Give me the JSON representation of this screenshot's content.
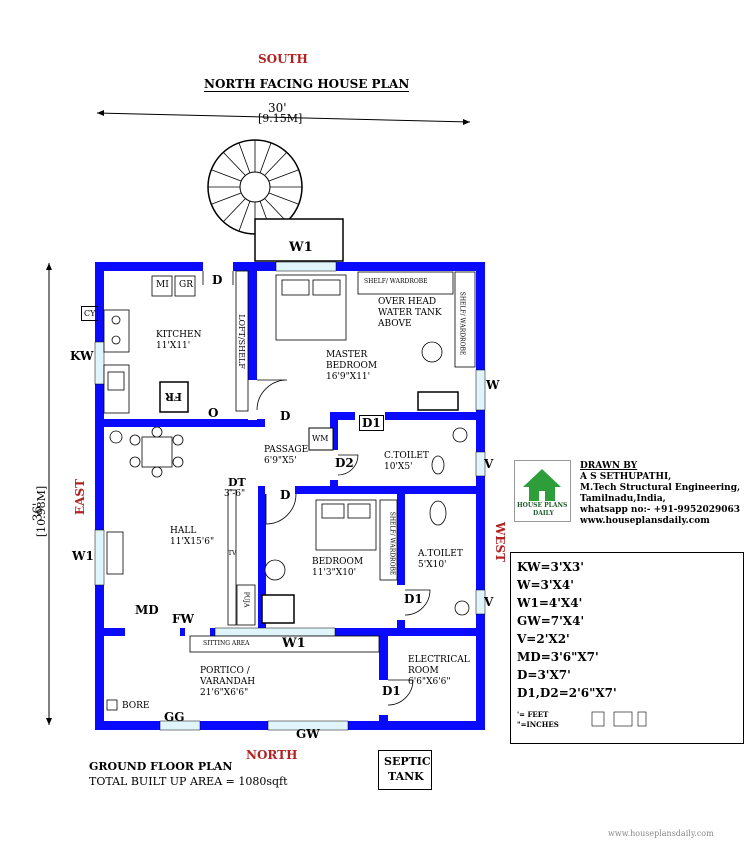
{
  "header": {
    "south": "SOUTH",
    "title": "NORTH FACING HOUSE PLAN",
    "width_ft": "30'",
    "width_m": "[9.15M]"
  },
  "sides": {
    "north": "NORTH",
    "east": "EAST",
    "west": "WEST",
    "depth_ft": "36'",
    "depth_m": "[10.98M]"
  },
  "rooms": {
    "kitchen": {
      "name": "KITCHEN",
      "size": "11'X11'"
    },
    "master_bedroom": {
      "name": "MASTER",
      "name2": "BEDROOM",
      "size": "16'9\"X11'"
    },
    "overhead_tank": [
      "OVER HEAD",
      "WATER TANK",
      "ABOVE"
    ],
    "passage": {
      "name": "PASSAGE",
      "size": "6'9\"X5'"
    },
    "ctoilet": {
      "name": "C.TOILET",
      "size": "10'X5'"
    },
    "hall": {
      "name": "HALL",
      "size": "11'X15'6\""
    },
    "bedroom": {
      "name": "BEDROOM",
      "size": "11'3\"X10'"
    },
    "atoilet": {
      "name": "A.TOILET",
      "size": "5'X10'"
    },
    "portico": {
      "name": "PORTICO /",
      "name2": "VARANDAH",
      "size": "21'6\"X6'6\""
    },
    "electrical": {
      "name": "ELECTRICAL",
      "name2": "ROOM",
      "size": "6'6\"X6'6\""
    }
  },
  "labels": {
    "mi": "MI",
    "gr": "GR",
    "cy": "CY",
    "fr": "FR",
    "wm": "WM",
    "dt": "DT",
    "dt_size": "3'-6\"",
    "loft": "LOFT/SHELF",
    "shelf1": "SHELF/ WARDROBE",
    "shelf2": "SHELF/ WARDROBE",
    "shelf3": "SHELF/ WARDROBE",
    "sitting": "SITTING AREA",
    "bore": "BORE",
    "tv": "TV",
    "puja": "PUJA",
    "o": "O"
  },
  "openings": {
    "w1_top": "W1",
    "kw": "KW",
    "w_right": "W",
    "d_kitchen": "D",
    "d_master": "D",
    "d1_ctoilet": "D1",
    "d2": "D2",
    "v1": "V",
    "d_bed": "D",
    "w1_hall": "W1",
    "md": "MD",
    "fw": "FW",
    "d1_atoilet": "D1",
    "v2": "V",
    "w1_bottom": "W1",
    "d1_elec": "D1",
    "gg": "GG",
    "gw": "GW"
  },
  "credits": {
    "drawn_by": "DRAWN BY",
    "name": "A S SETHUPATHI,",
    "degree": "M.Tech Structural Engineering,",
    "location": "Tamilnadu,India,",
    "whatsapp": "whatsapp no:- +91-9952029063",
    "site": "www.houseplansdaily.com",
    "logo1": "HOUSE PLANS",
    "logo2": "DAILY"
  },
  "legend": [
    "KW=3'X3'",
    "W=3'X4'",
    "W1=4'X4'",
    "GW=7'X4'",
    "V=2'X2'",
    "MD=3'6\"X7'",
    "D=3'X7'",
    "D1,D2=2'6\"X7'"
  ],
  "legend_notes": [
    "'= FEET",
    "\"=INCHES"
  ],
  "footer": {
    "plan": "GROUND FLOOR PLAN",
    "area": "TOTAL BUILT UP AREA = 1080sqft",
    "septic1": "SEPTIC",
    "septic2": "TANK",
    "watermark": "www.houseplansdaily.com"
  },
  "colors": {
    "wall": "#0a0aff",
    "title_red": "#b22222",
    "logo_green": "#2e9e3a"
  }
}
